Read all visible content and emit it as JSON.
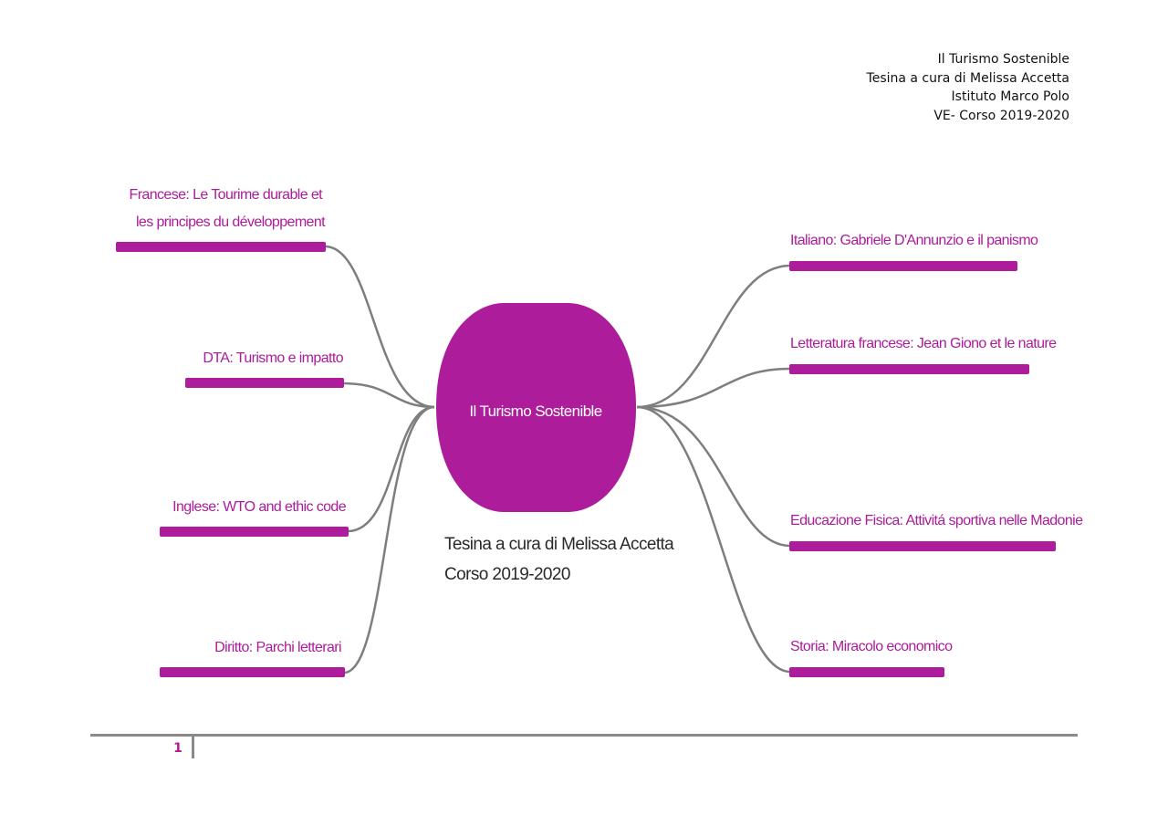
{
  "header": {
    "lines": [
      "Il Turismo Sostenible",
      "Tesina a cura di Melissa Accetta",
      "Istituto Marco Polo",
      "VE- Corso 2019-2020"
    ]
  },
  "colors": {
    "accent": "#ac1c9b",
    "connector": "#7e7e7e",
    "caption": "#2a2a2a",
    "center_text": "#ffffff",
    "rule": "#8a8a8a"
  },
  "diagram": {
    "center": {
      "label": "Il Turismo Sostenible"
    },
    "caption": {
      "lines": [
        "Tesina a cura di Melissa Accetta",
        "Corso 2019-2020"
      ]
    },
    "left_branches": [
      {
        "lines": [
          "Francese: Le Tourime durable et",
          "les principes du développement"
        ]
      },
      {
        "lines": [
          "DTA: Turismo e impatto"
        ]
      },
      {
        "lines": [
          "Inglese: WTO and ethic code"
        ]
      },
      {
        "lines": [
          "Diritto: Parchi letterari"
        ]
      }
    ],
    "right_branches": [
      {
        "lines": [
          "Italiano: Gabriele D'Annunzio e il panismo"
        ]
      },
      {
        "lines": [
          "Letteratura francese: Jean Giono et le nature"
        ]
      },
      {
        "lines": [
          "Educazione Fisica: Attivitá sportiva nelle Madonie"
        ]
      },
      {
        "lines": [
          "Storia: Miracolo economico"
        ]
      }
    ]
  },
  "footer": {
    "page_number": "1"
  }
}
